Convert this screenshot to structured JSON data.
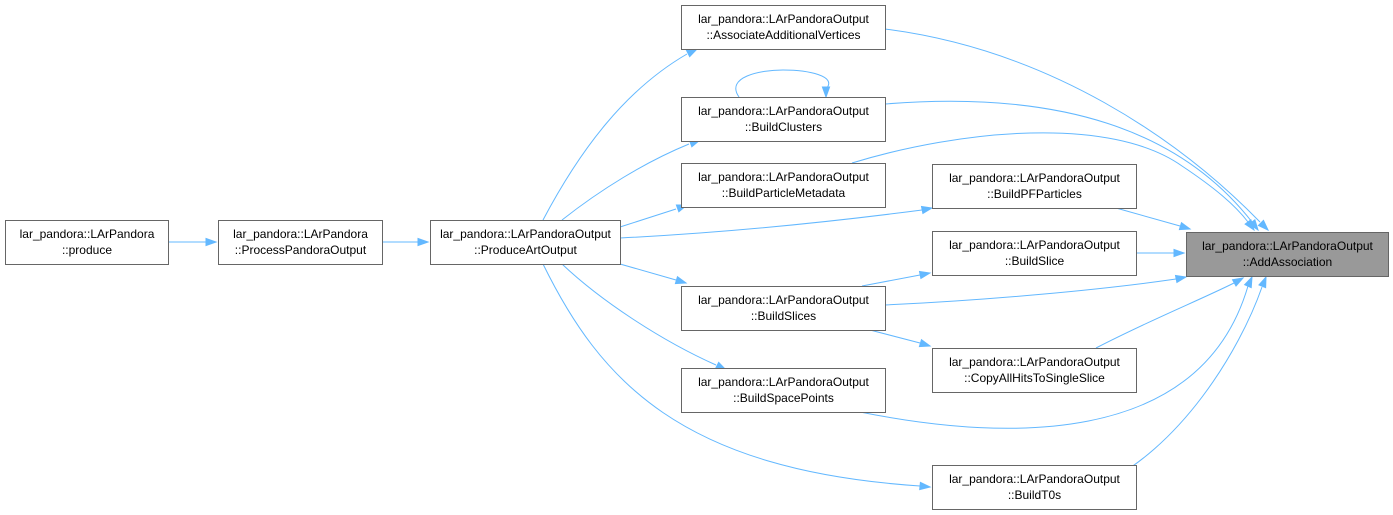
{
  "graph": {
    "colors": {
      "edge": "#63b8ff",
      "node_border": "#666666",
      "node_fill": "#ffffff",
      "current_node_fill": "#999999"
    },
    "nodes": [
      {
        "id": "produce",
        "line1": "lar_pandora::LArPandora",
        "line2": "::produce"
      },
      {
        "id": "processpandoraoutput",
        "line1": "lar_pandora::LArPandora",
        "line2": "::ProcessPandoraOutput"
      },
      {
        "id": "produceartoutput",
        "line1": "lar_pandora::LArPandoraOutput",
        "line2": "::ProduceArtOutput"
      },
      {
        "id": "associateadditionalvertices",
        "line1": "lar_pandora::LArPandoraOutput",
        "line2": "::AssociateAdditionalVertices"
      },
      {
        "id": "buildclusters",
        "line1": "lar_pandora::LArPandoraOutput",
        "line2": "::BuildClusters"
      },
      {
        "id": "buildparticlemetadata",
        "line1": "lar_pandora::LArPandoraOutput",
        "line2": "::BuildParticleMetadata"
      },
      {
        "id": "buildslices",
        "line1": "lar_pandora::LArPandoraOutput",
        "line2": "::BuildSlices"
      },
      {
        "id": "buildspacepoints",
        "line1": "lar_pandora::LArPandoraOutput",
        "line2": "::BuildSpacePoints"
      },
      {
        "id": "buildpfparticles",
        "line1": "lar_pandora::LArPandoraOutput",
        "line2": "::BuildPFParticles"
      },
      {
        "id": "buildslice",
        "line1": "lar_pandora::LArPandoraOutput",
        "line2": "::BuildSlice"
      },
      {
        "id": "copyallhitstosingleslice",
        "line1": "lar_pandora::LArPandoraOutput",
        "line2": "::CopyAllHitsToSingleSlice"
      },
      {
        "id": "buildt0s",
        "line1": "lar_pandora::LArPandoraOutput",
        "line2": "::BuildT0s"
      },
      {
        "id": "addassociation",
        "line1": "lar_pandora::LArPandoraOutput",
        "line2": "::AddAssociation",
        "current": true
      }
    ],
    "edges": [
      {
        "from": "produce",
        "to": "processpandoraoutput"
      },
      {
        "from": "processpandoraoutput",
        "to": "produceartoutput"
      },
      {
        "from": "produceartoutput",
        "to": "associateadditionalvertices"
      },
      {
        "from": "produceartoutput",
        "to": "buildclusters"
      },
      {
        "from": "produceartoutput",
        "to": "buildparticlemetadata"
      },
      {
        "from": "produceartoutput",
        "to": "buildpfparticles"
      },
      {
        "from": "produceartoutput",
        "to": "buildslices"
      },
      {
        "from": "produceartoutput",
        "to": "buildspacepoints"
      },
      {
        "from": "produceartoutput",
        "to": "buildt0s"
      },
      {
        "from": "buildclusters",
        "to": "buildclusters"
      },
      {
        "from": "buildslices",
        "to": "buildslice"
      },
      {
        "from": "buildslices",
        "to": "copyallhitstosingleslice"
      },
      {
        "from": "associateadditionalvertices",
        "to": "addassociation"
      },
      {
        "from": "buildclusters",
        "to": "addassociation"
      },
      {
        "from": "buildparticlemetadata",
        "to": "addassociation"
      },
      {
        "from": "buildpfparticles",
        "to": "addassociation"
      },
      {
        "from": "buildslice",
        "to": "addassociation"
      },
      {
        "from": "buildslices",
        "to": "addassociation"
      },
      {
        "from": "copyallhitstosingleslice",
        "to": "addassociation"
      },
      {
        "from": "buildspacepoints",
        "to": "addassociation"
      },
      {
        "from": "buildt0s",
        "to": "addassociation"
      }
    ]
  }
}
